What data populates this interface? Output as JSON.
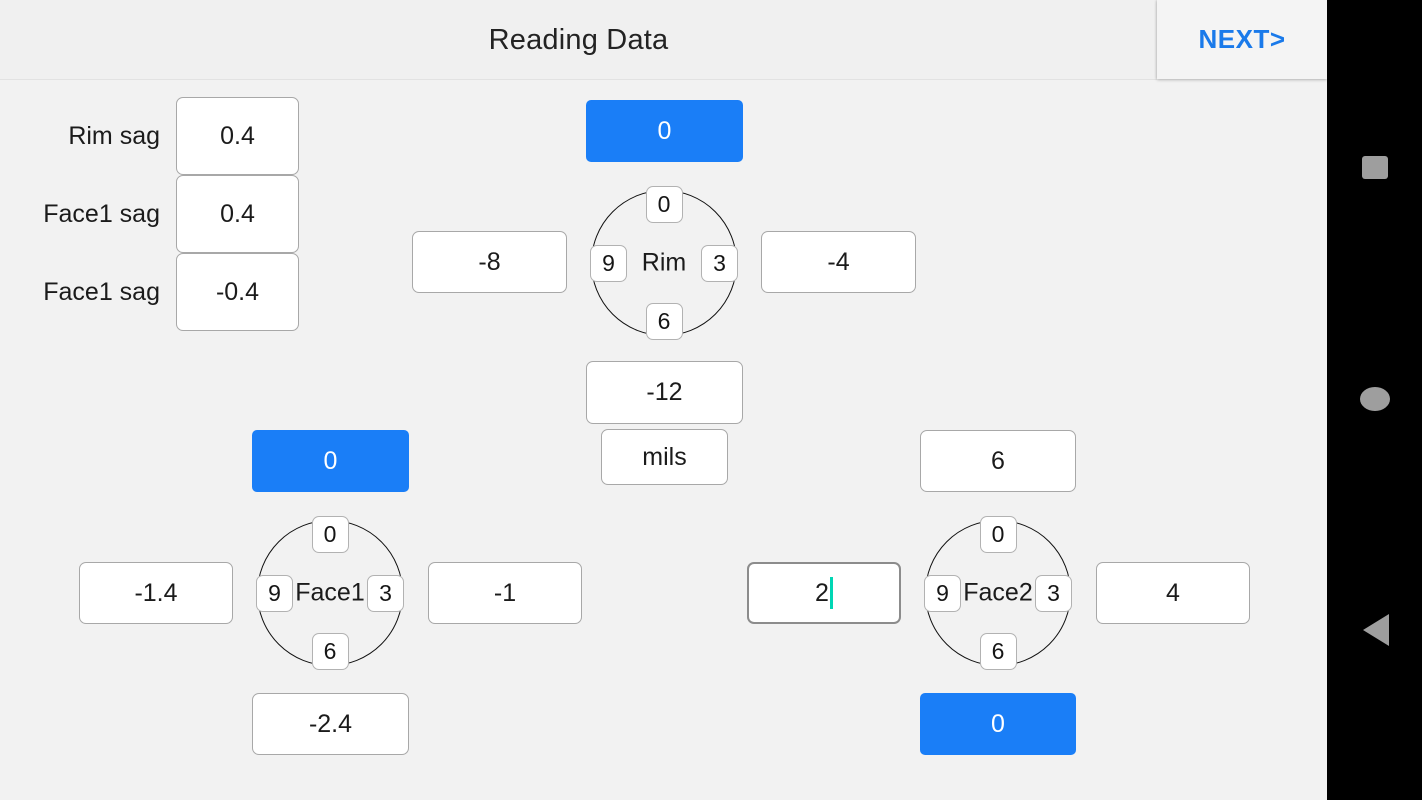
{
  "header": {
    "title": "Reading Data",
    "next_label": "NEXT>"
  },
  "sag_rows": [
    {
      "label": "Rim sag",
      "value": "0.4"
    },
    {
      "label": "Face1 sag",
      "value": "0.4"
    },
    {
      "label": "Face1 sag",
      "value": "-0.4"
    }
  ],
  "dials": [
    {
      "name": "Rim",
      "ticks": {
        "top": "0",
        "right": "3",
        "bottom": "6",
        "left": "9"
      },
      "top_value": "0",
      "top_is_blue": true,
      "left_value": "-8",
      "right_value": "-4",
      "bottom_value": "-12",
      "bottom_is_blue": false,
      "unit": "mils"
    },
    {
      "name": "Face1",
      "ticks": {
        "top": "0",
        "right": "3",
        "bottom": "6",
        "left": "9"
      },
      "top_value": "0",
      "top_is_blue": true,
      "left_value": "-1.4",
      "right_value": "-1",
      "bottom_value": "-2.4",
      "bottom_is_blue": false
    },
    {
      "name": "Face2",
      "ticks": {
        "top": "0",
        "right": "3",
        "bottom": "6",
        "left": "9"
      },
      "top_value": "6",
      "top_is_blue": false,
      "left_value": "2",
      "left_focused": true,
      "right_value": "4",
      "bottom_value": "0",
      "bottom_is_blue": true
    }
  ],
  "navbar": {
    "recents": "square-icon",
    "home": "circle-icon",
    "back": "triangle-left-icon"
  },
  "colors": {
    "accent_blue": "#1a7ef7",
    "link_blue": "#1a7aea",
    "caret_teal": "#00d6b4",
    "page_bg": "#f2f2f2",
    "appbar_bg": "#f0f0f0",
    "field_border": "#a8a8a8"
  }
}
